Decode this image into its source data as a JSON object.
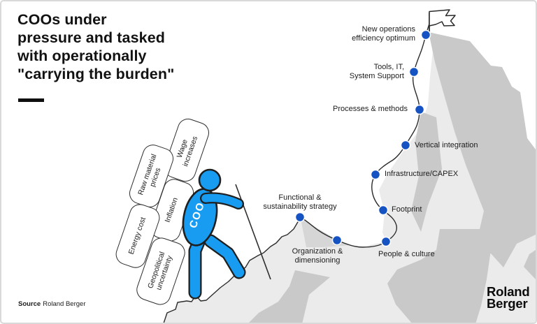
{
  "title": "COOs under\npressure and tasked\nwith operationally\n\"carrying the burden\"",
  "climber": {
    "label": "COO"
  },
  "burdens": [
    {
      "label": "Wage\nincreases"
    },
    {
      "label": "Raw material\nprices"
    },
    {
      "label": "Inflation"
    },
    {
      "label": "Energy cost"
    },
    {
      "label": "Geopolitical\nuncertainty"
    }
  ],
  "milestones": [
    {
      "label": "Functional &\nsustainability strategy"
    },
    {
      "label": "Organization &\ndimensioning"
    },
    {
      "label": "People & culture"
    },
    {
      "label": "Footprint"
    },
    {
      "label": "Infrastructure/CAPEX"
    },
    {
      "label": "Vertical integration"
    },
    {
      "label": "Processes & methods"
    },
    {
      "label": "Tools, IT,\nSystem Support"
    },
    {
      "label": "New operations\nefficiency optimum"
    }
  ],
  "source": {
    "label": "Source",
    "value": "Roland Berger"
  },
  "logo": {
    "text": "Roland\nBerger"
  },
  "colors": {
    "accent_blue": "#1552C2",
    "climber_blue": "#189CF2",
    "mountain_light": "#EBEBEB",
    "mountain_dark": "#C9C9C9",
    "mountain_mid": "#D6D6D6",
    "outline_dark": "#2B2B2B"
  }
}
